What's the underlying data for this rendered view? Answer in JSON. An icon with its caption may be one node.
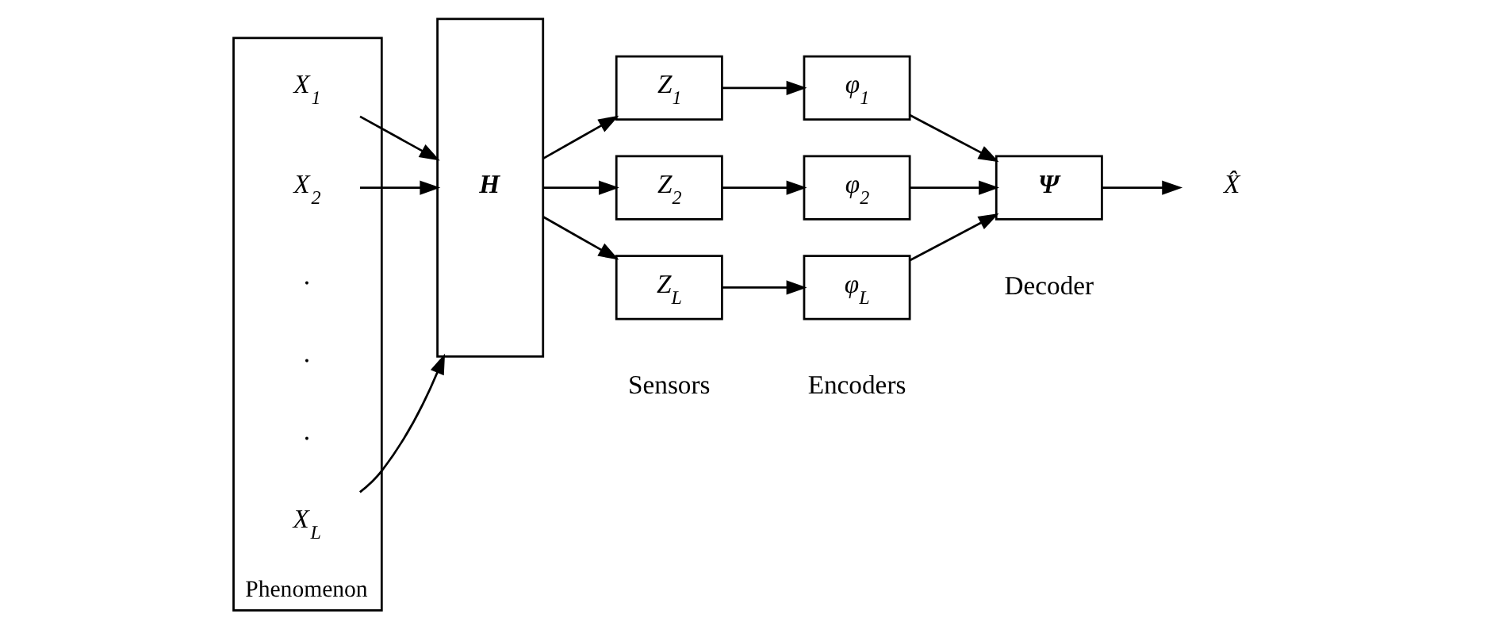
{
  "diagram": {
    "nodes": [
      {
        "text": [],
        "shape": "box",
        "beside": [
          "Phenomenon"
        ]
      },
      {
        "text": [
          "X$_{1}$"
        ],
        "in": 0
      },
      {
        "text": [
          "X$_{2}$"
        ],
        "in": 0
      },
      {
        "text": [
          "X$_{L}$"
        ],
        "in": 0
      },
      {
        "text": [
          "H"
        ]
      },
      {
        "text": [
          "Z$_{1}$"
        ]
      },
      {
        "text": [
          "Z$_{2}$"
        ]
      },
      {
        "text": [
          "Z$_{L}$"
        ]
      },
      {
        "text": [
          "φ$_{1}$"
        ]
      },
      {
        "text": [
          "φ$_{2}$"
        ]
      },
      {
        "text": [
          "φ$_{L}$"
        ]
      },
      {
        "text": [
          "Ψ"
        ],
        "beside": [
          "Decoder"
        ]
      },
      {
        "text": [
          "X̂"
        ]
      }
    ],
    "edges": [
      {
        "from": 1,
        "to": 4,
        "arrow": "to"
      },
      {
        "from": 2,
        "to": 4,
        "arrow": "to"
      },
      {
        "from": 3,
        "to": 4,
        "arrow": "to"
      },
      {
        "from": 4,
        "to": 5,
        "arrow": "to"
      },
      {
        "from": 4,
        "to": 6,
        "arrow": "to"
      },
      {
        "from": 4,
        "to": 7,
        "arrow": "to"
      },
      {
        "from": 5,
        "to": 8,
        "arrow": "to"
      },
      {
        "from": 6,
        "to": 9,
        "arrow": "to"
      },
      {
        "from": 7,
        "to": 10,
        "arrow": "to"
      },
      {
        "from": 8,
        "to": 11,
        "arrow": "to"
      },
      {
        "from": 9,
        "to": 11,
        "arrow": "to"
      },
      {
        "from": 10,
        "to": 11,
        "arrow": "to"
      },
      {
        "from": 11,
        "to": 12,
        "arrow": "to"
      }
    ],
    "labels": [
      ".",
      ".",
      ".",
      "Sensors",
      "Encoders"
    ]
  }
}
